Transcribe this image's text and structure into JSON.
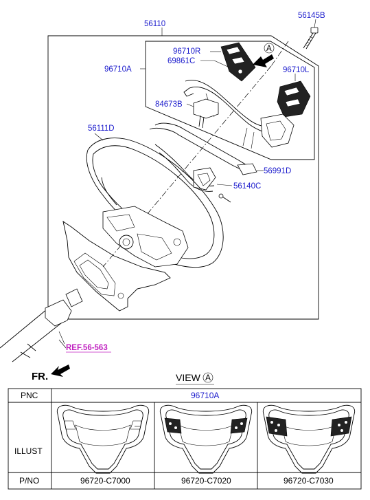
{
  "callouts": {
    "assembly": "56110",
    "bolt": "56145B",
    "switch_right": "96710R",
    "clip": "69861C",
    "switch_assy": "96710A",
    "switch_left": "96710L",
    "horn": "84673B",
    "wheel": "56111D",
    "harness": "56991D",
    "cover_screw": "56140C"
  },
  "view_marker": "A",
  "reference": "REF.56-563",
  "front_label": "FR.",
  "view_title": "VIEW",
  "table": {
    "row_headers": [
      "PNC",
      "ILLUST",
      "P/NO"
    ],
    "pnc_value": "96710A",
    "columns": [
      {
        "part_number": "96720-C7000",
        "buttons": "none"
      },
      {
        "part_number": "96720-C7020",
        "buttons": "both-sides"
      },
      {
        "part_number": "96720-C7030",
        "buttons": "both-sides-extended"
      }
    ]
  }
}
